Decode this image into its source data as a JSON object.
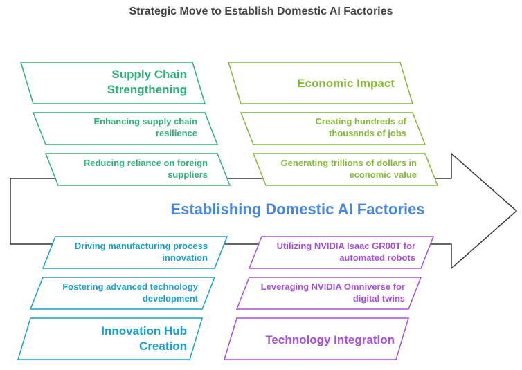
{
  "title": "Strategic Move to Establish Domestic AI Factories",
  "center_label": "Establishing Domestic AI Factories",
  "colors": {
    "supply": "#2fb07a",
    "economic": "#86b83c",
    "innovation": "#1aa0c8",
    "technology": "#a64fd8",
    "center": "#4a88dd",
    "arrow": "#333333"
  },
  "supply_chain": {
    "heading": "Supply Chain Strengthening",
    "items": [
      "Enhancing supply chain resilience",
      "Reducing reliance on foreign suppliers"
    ]
  },
  "economic_impact": {
    "heading": "Economic Impact",
    "items": [
      "Creating hundreds of thousands of jobs",
      "Generating trillions of dollars in economic value"
    ]
  },
  "innovation_hub": {
    "heading": "Innovation Hub Creation",
    "items": [
      "Driving manufacturing process innovation",
      "Fostering advanced technology development"
    ]
  },
  "technology_integration": {
    "heading": "Technology Integration",
    "items": [
      "Utilizing NVIDIA Isaac GR00T for automated robots",
      "Leveraging NVIDIA Omniverse for digital twins"
    ]
  }
}
